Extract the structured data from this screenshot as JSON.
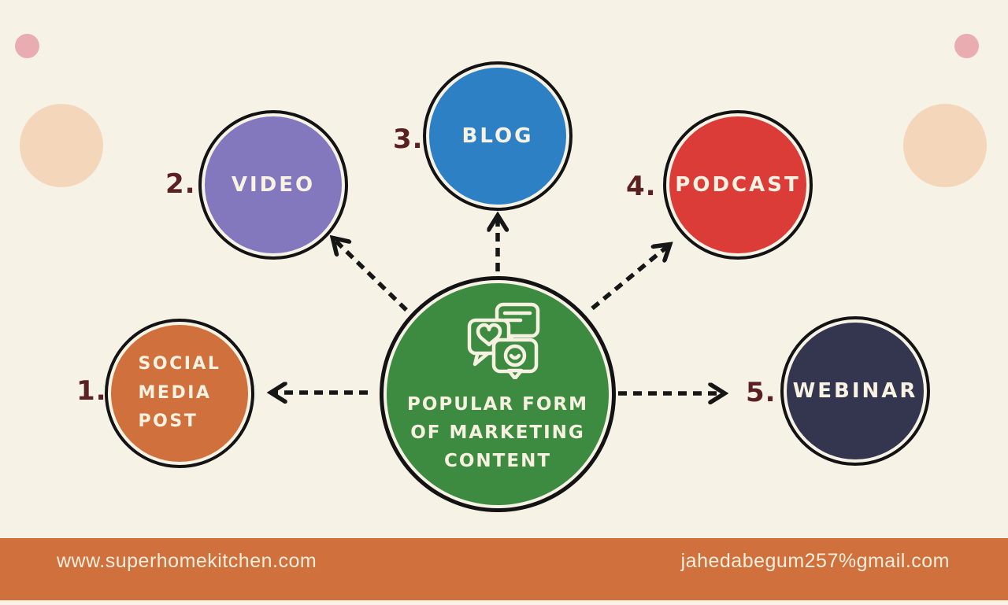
{
  "center": {
    "label": "POPULAR FORM\nOF MARKETING\nCONTENT",
    "icon": "chat-messages-icon",
    "color": "#3d8b40"
  },
  "nodes": [
    {
      "number": "1.",
      "label": "SOCIAL\nMEDIA\nPOST",
      "color": "#d0703c"
    },
    {
      "number": "2.",
      "label": "VIDEO",
      "color": "#8377bd"
    },
    {
      "number": "3.",
      "label": "BLOG",
      "color": "#2d80c4"
    },
    {
      "number": "4.",
      "label": "PODCAST",
      "color": "#db3c38"
    },
    {
      "number": "5.",
      "label": "WEBINAR",
      "color": "#343650"
    }
  ],
  "decor": {
    "small_circle_color": "#e9acb1",
    "large_circle_color": "#f4d7bb"
  },
  "footer": {
    "website": "www.superhomekitchen.com",
    "email": "jahedabegum257%gmail.com",
    "bar_color": "#d0703c"
  },
  "palette": {
    "background": "#f7f2e6",
    "text_light": "#f8f2e2",
    "number_color": "#5a2022",
    "arrow_color": "#161616",
    "outline_color": "#131313"
  }
}
